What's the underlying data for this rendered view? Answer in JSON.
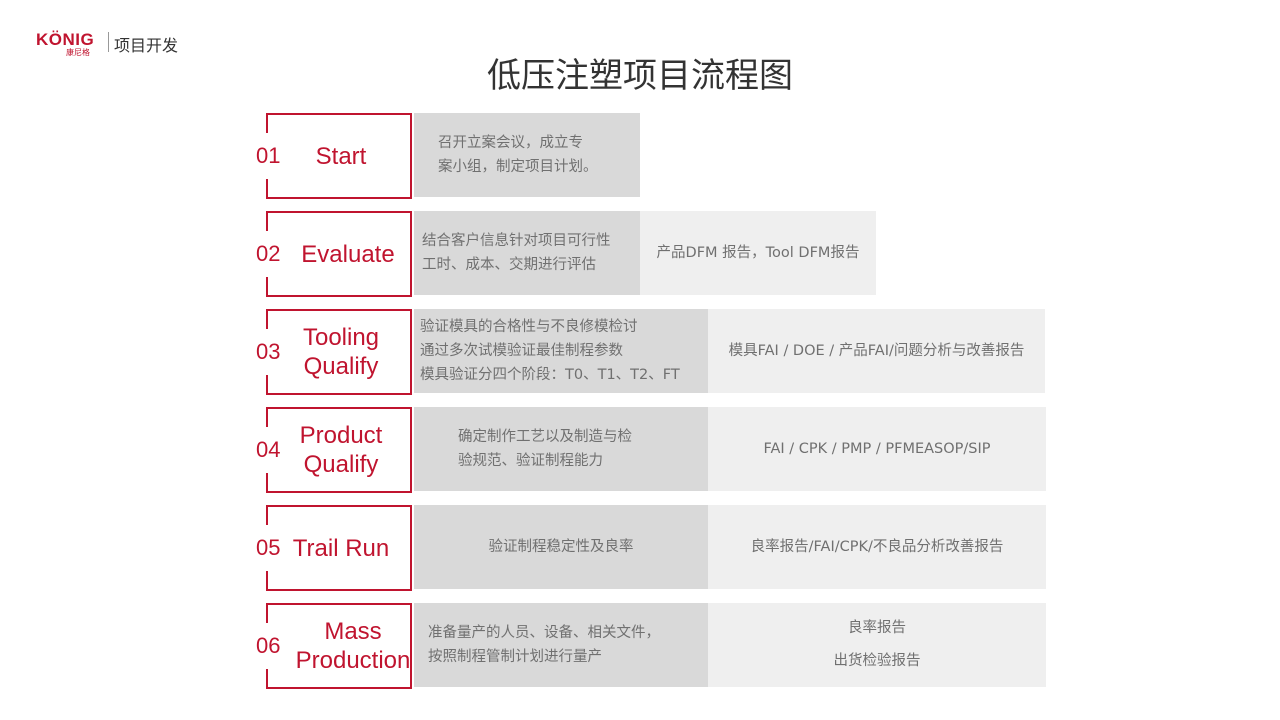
{
  "header": {
    "brand": "KÖNIG",
    "brand_sub": "康尼格",
    "department": "项目开发"
  },
  "title": "低压注塑项目流程图",
  "steps": [
    {
      "num": "01",
      "stage": "Start",
      "desc": "召开立案会议，成立专\n案小组，制定项目计划。",
      "output": ""
    },
    {
      "num": "02",
      "stage": "Evaluate",
      "desc": "结合客户信息针对项目可行性\n工时、成本、交期进行评估",
      "output": "产品DFM 报告，Tool DFM报告"
    },
    {
      "num": "03",
      "stage": "Tooling\nQualify",
      "desc": "验证模具的合格性与不良修模检讨\n通过多次试模验证最佳制程参数\n模具验证分四个阶段：T0、T1、T2、FT",
      "output": "模具FAI / DOE / 产品FAI/问题分析与改善报告"
    },
    {
      "num": "04",
      "stage": "Product\nQualify",
      "desc": "确定制作工艺以及制造与检\n验规范、验证制程能力",
      "output": "FAI / CPK / PMP / PFMEASOP/SIP"
    },
    {
      "num": "05",
      "stage": "Trail Run",
      "desc": "验证制程稳定性及良率",
      "output": "良率报告/FAI/CPK/不良品分析改善报告"
    },
    {
      "num": "06",
      "stage": "Mass\nProduction",
      "desc": "准备量产的人员、设备、相关文件，\n按照制程管制计划进行量产",
      "output": "良率报告\n出货检验报告"
    }
  ]
}
